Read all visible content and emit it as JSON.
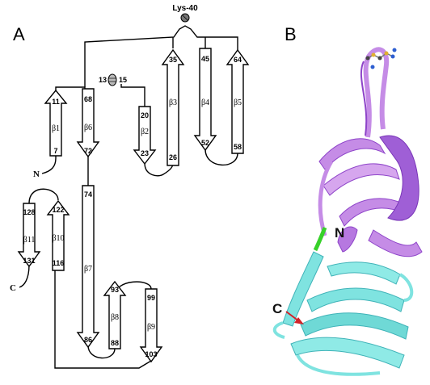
{
  "panels": {
    "a": {
      "letter": "A"
    },
    "b": {
      "letter": "B"
    }
  },
  "labels": {
    "lys": "Lys-40",
    "n_term": "N",
    "c_term": "C",
    "n_term_3d": "N",
    "c_term_3d": "C",
    "site_13": "13",
    "site_15": "15"
  },
  "strands": [
    {
      "name": "β1",
      "start": "7",
      "end": "11"
    },
    {
      "name": "β2",
      "start": "20",
      "end": "23"
    },
    {
      "name": "β3",
      "start": "26",
      "end": "35"
    },
    {
      "name": "β4",
      "start": "45",
      "end": "52"
    },
    {
      "name": "β5",
      "start": "58",
      "end": "64"
    },
    {
      "name": "β6",
      "start": "68",
      "end": "72"
    },
    {
      "name": "β7",
      "start": "74",
      "end": "86"
    },
    {
      "name": "β8",
      "start": "88",
      "end": "93"
    },
    {
      "name": "β9",
      "start": "99",
      "end": "103"
    },
    {
      "name": "β10",
      "start": "116",
      "end": "122"
    },
    {
      "name": "β11",
      "start": "128",
      "end": "131"
    }
  ],
  "colors": {
    "n_domain": "#c58ce6",
    "n_domain_dark": "#8e44c9",
    "c_domain": "#7fe3e0",
    "c_domain_dark": "#3fb3b8",
    "linker": "#37d12a",
    "arrow_c": "#d2232a"
  }
}
